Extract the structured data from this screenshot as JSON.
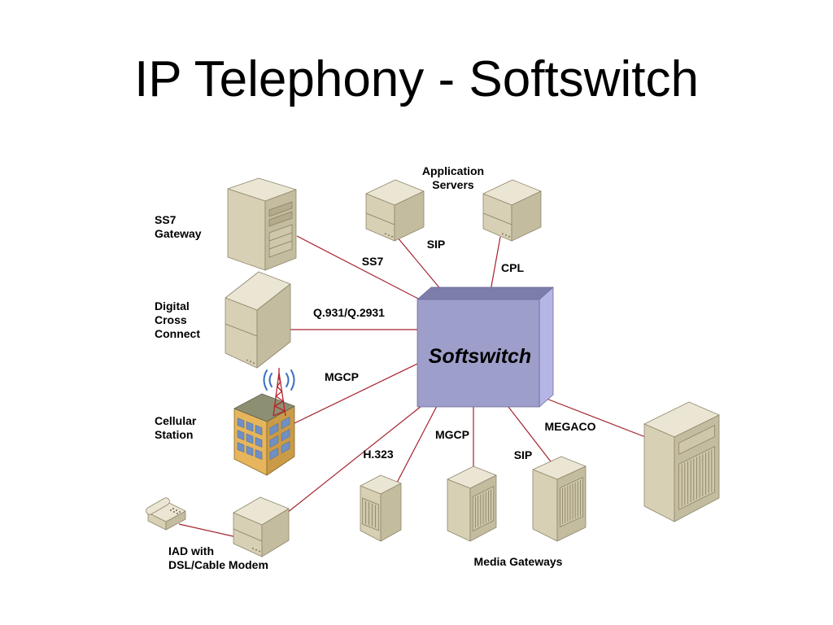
{
  "slide": {
    "title": "IP Telephony - Softswitch"
  },
  "softswitch": {
    "label": "Softswitch"
  },
  "nodes": {
    "application_servers": [
      "Application",
      "Servers"
    ],
    "ss7_gateway": [
      "SS7",
      "Gateway"
    ],
    "digital_cross_connect": [
      "Digital",
      "Cross",
      "Connect"
    ],
    "cellular_station": [
      "Cellular",
      "Station"
    ],
    "iad": [
      "IAD with",
      "DSL/Cable Modem"
    ],
    "media_gateways": [
      "Media Gateways"
    ]
  },
  "protocol_labels": [
    "SS7",
    "SIP",
    "CPL",
    "Q.931/Q.2931",
    "MGCP",
    "H.323",
    "MGCP",
    "SIP",
    "MEGACO"
  ],
  "icons": {
    "ss7_gateway": "server-tower-icon",
    "application_server_1": "server-box-icon",
    "application_server_2": "server-box-icon",
    "digital_cross_connect": "cross-connect-box-icon",
    "cellular_station": "cell-tower-building-icon",
    "telephone": "telephone-icon",
    "iad": "modem-box-icon",
    "media_gateway_1": "rack-gateway-icon",
    "media_gateway_2": "rack-gateway-icon",
    "media_gateway_3": "rack-gateway-icon",
    "media_gateway_4": "rack-cabinet-icon"
  },
  "colors": {
    "connection_line": "#a4232e",
    "softswitch_front": "#9e9ecb",
    "softswitch_top": "#7d7dab",
    "softswitch_side": "#b6b6e6"
  }
}
